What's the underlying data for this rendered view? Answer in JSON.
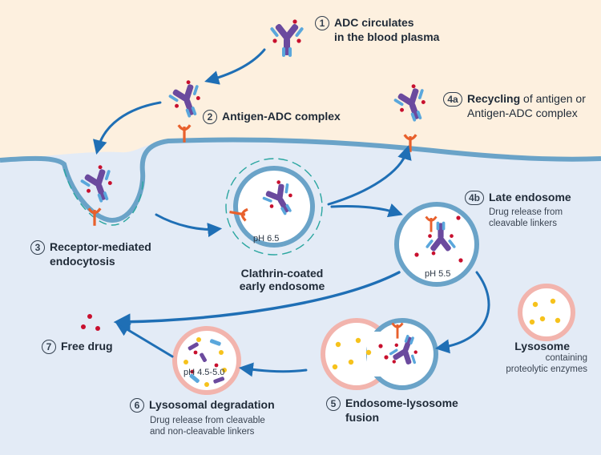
{
  "steps": {
    "s1": {
      "num": "1",
      "line1": "ADC circulates",
      "line2": "in the blood plasma"
    },
    "s2": {
      "num": "2",
      "line1": "Antigen-ADC complex"
    },
    "s3": {
      "num": "3",
      "line1": "Receptor-mediated",
      "line2": "endocytosis"
    },
    "s4a": {
      "num": "4a",
      "bold": "Recycling",
      "rest": " of antigen or",
      "line2": "Antigen-ADC complex"
    },
    "s4b": {
      "num": "4b",
      "line1": "Late endosome",
      "sub1": "Drug release from",
      "sub2": "cleavable linkers"
    },
    "s5": {
      "num": "5",
      "line1": "Endosome-lysosome",
      "line2": "fusion"
    },
    "s6": {
      "num": "6",
      "line1": "Lysosomal degradation",
      "sub1": "Drug release from cleavable",
      "sub2": "and non-cleavable linkers"
    },
    "s7": {
      "num": "7",
      "line1": "Free drug"
    }
  },
  "early_endosome": {
    "line1": "Clathrin-coated",
    "line2": "early endosome",
    "ph": "pH 6.5"
  },
  "late_endosome": {
    "ph": "pH 5.5"
  },
  "lysosome": {
    "title": "Lysosome",
    "sub1": "containing",
    "sub2": "proteolytic enzymes"
  },
  "degradation": {
    "ph": "pH 4.5-5.0"
  },
  "colors": {
    "background": "#fdf0df",
    "cell": "#e3ebf6",
    "membrane": "#6aa3c8",
    "antibody_purple": "#6b4a9e",
    "antibody_blue": "#5aa7dc",
    "drug_red": "#c8102e",
    "receptor_orange": "#e8602c",
    "clathrin_teal": "#2aa6a0",
    "arrow_blue": "#1f6fb5",
    "lysosome_pink": "#f2b4ad",
    "enzyme_yellow": "#f6c21c"
  }
}
